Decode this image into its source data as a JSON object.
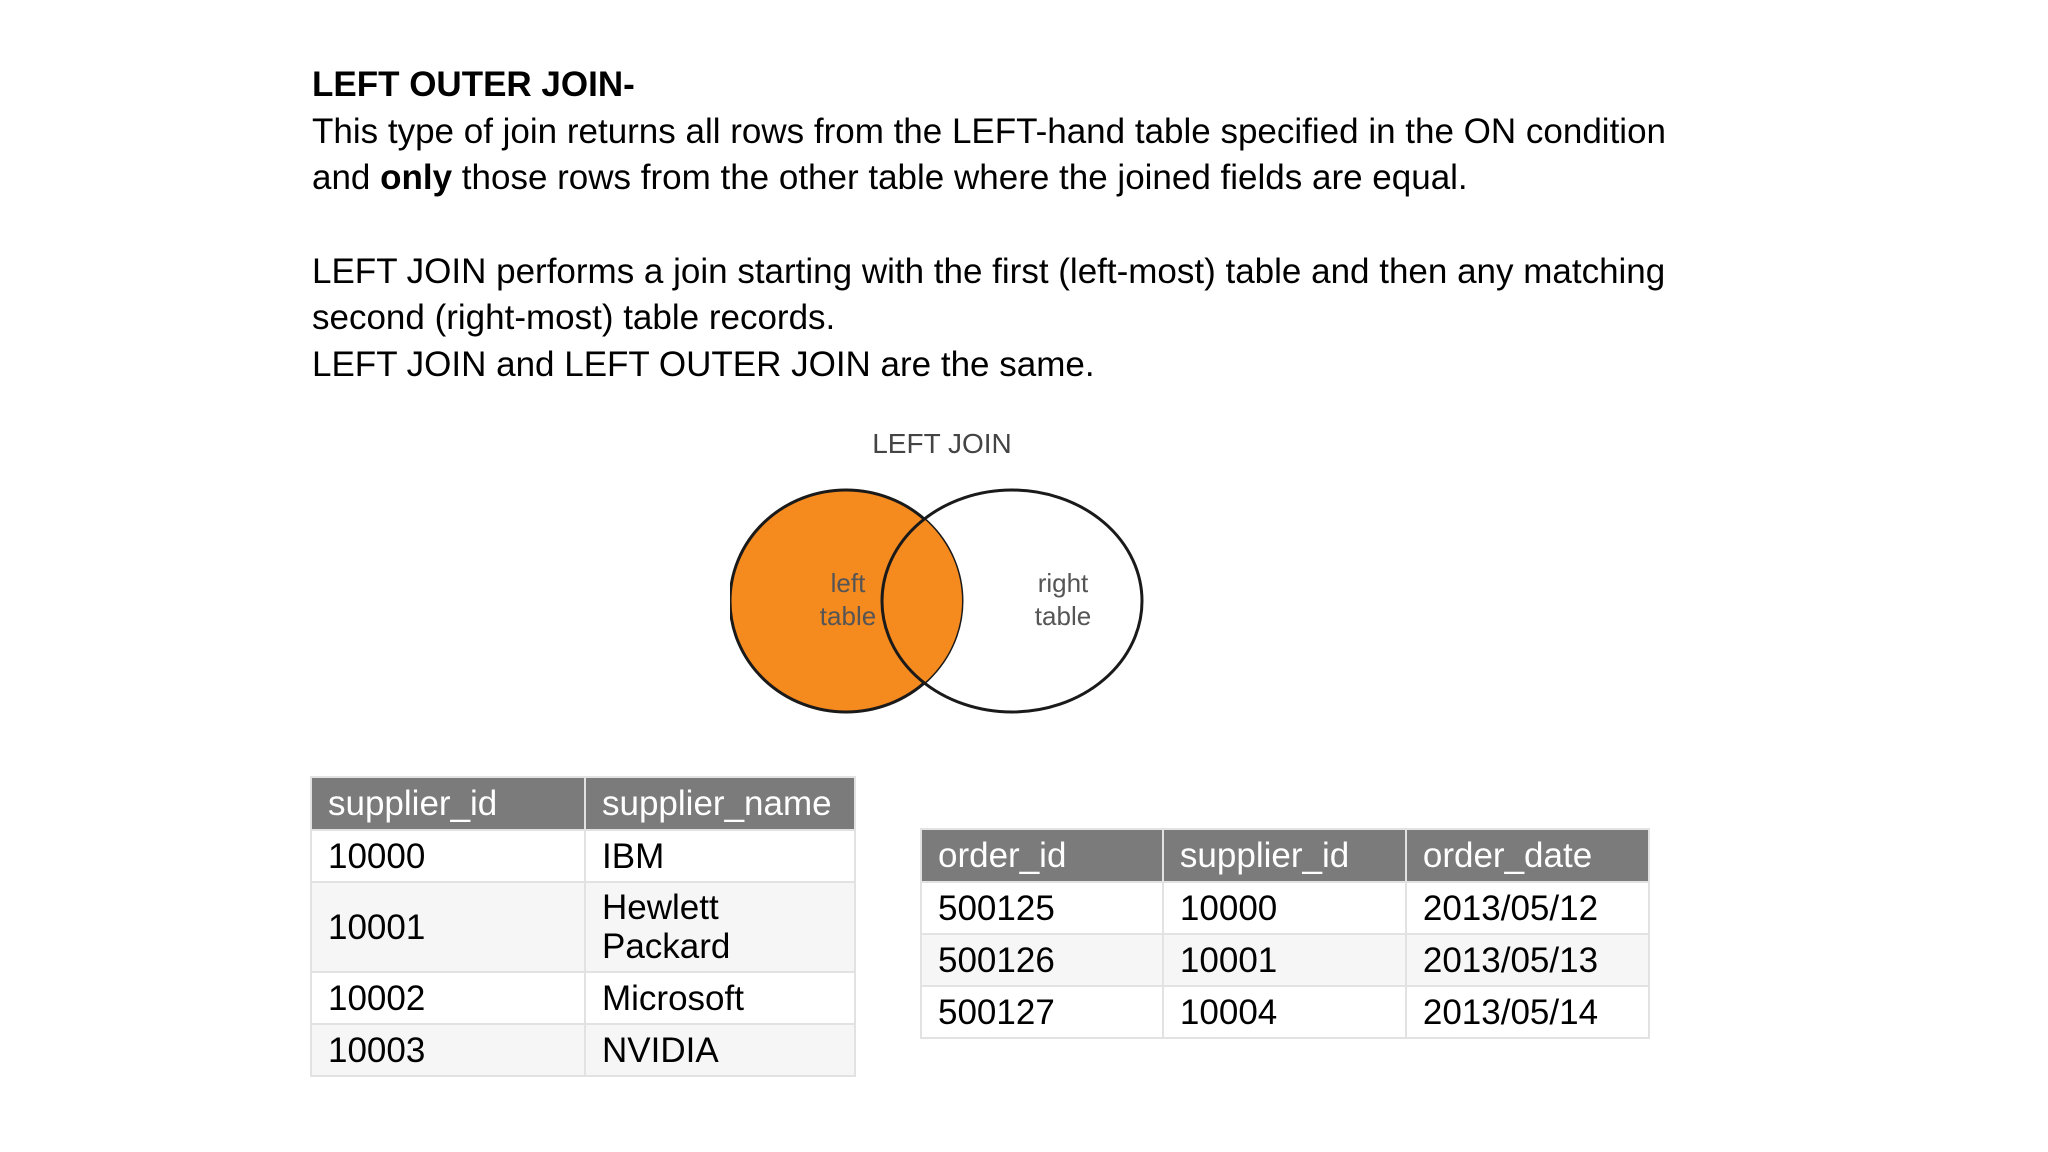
{
  "heading": "LEFT OUTER JOIN-",
  "paragraph1": {
    "line1": "This type of join returns all rows from the LEFT-hand table specified in the ON condition",
    "line2_prefix": "and ",
    "line2_bold": "only",
    "line2_suffix": " those rows from the other table where the joined fields are equal."
  },
  "paragraph2": {
    "line1": "LEFT JOIN performs a join starting with the first (left-most) table and then any matching",
    "line2": "second (right-most) table records.",
    "line3": "LEFT JOIN and LEFT OUTER JOIN are the same."
  },
  "venn": {
    "title": "LEFT JOIN",
    "left_label_1": "left",
    "left_label_2": "table",
    "right_label_1": "right",
    "right_label_2": "table",
    "fill_color": "#f58a1f",
    "stroke_color": "#1a1a1a",
    "label_color": "#555555"
  },
  "suppliers_table": {
    "headers": [
      "supplier_id",
      "supplier_name"
    ],
    "rows": [
      [
        "10000",
        "IBM"
      ],
      [
        "10001",
        "Hewlett Packard"
      ],
      [
        "10002",
        "Microsoft"
      ],
      [
        "10003",
        "NVIDIA"
      ]
    ]
  },
  "orders_table": {
    "headers": [
      "order_id",
      "supplier_id",
      "order_date"
    ],
    "rows": [
      [
        "500125",
        "10000",
        "2013/05/12"
      ],
      [
        "500126",
        "10001",
        "2013/05/13"
      ],
      [
        "500127",
        "10004",
        "2013/05/14"
      ]
    ]
  },
  "colors": {
    "header_bg": "#7b7b7b",
    "header_text": "#ffffff",
    "venn_fill": "#f58a1f"
  }
}
